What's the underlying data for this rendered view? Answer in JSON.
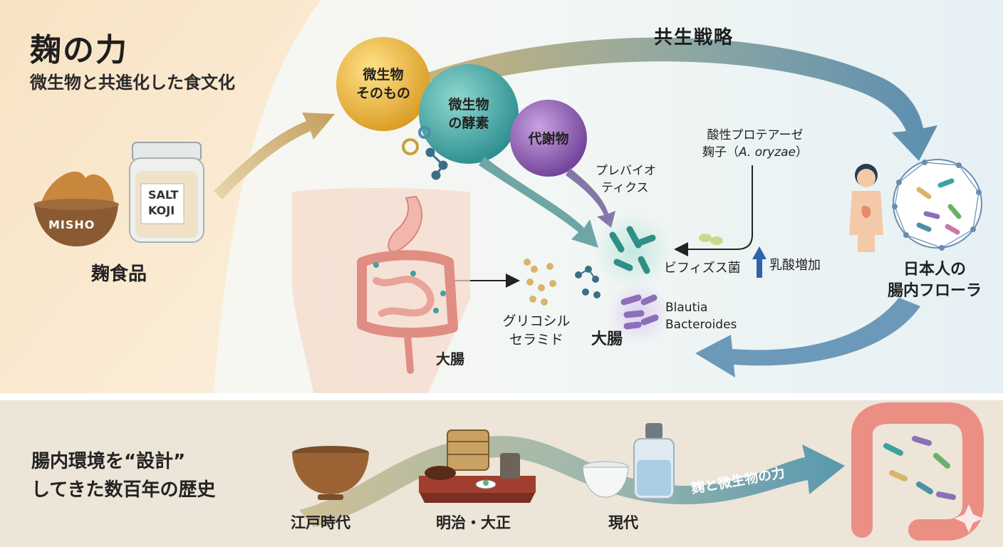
{
  "header": {
    "title": "麹の力",
    "subtitle": "微生物と共進化した食文化"
  },
  "koji_foods": {
    "bowl_label": "MISHO",
    "jar_label_line1": "SALT",
    "jar_label_line2": "KOJI",
    "caption": "麹食品"
  },
  "spheres": {
    "microbes_line1": "微生物",
    "microbes_line2": "そのもの",
    "enzymes_line1": "微生物",
    "enzymes_line2": "の酵素",
    "metabolites": "代謝物"
  },
  "top_arrow_label": "共生戦略",
  "annotations": {
    "prebiotics_line1": "プレバイオ",
    "prebiotics_line2": "ティクス",
    "protease_line1": "酸性プロテアーゼ",
    "protease_line2_prefix": "麹子（",
    "protease_line2_species": "A. oryzae",
    "protease_line2_suffix": "）",
    "bifidus": "ビフィズス菌",
    "lactic_increase": "乳酸増加",
    "blautia": "Blautia",
    "bacteroides": "Bacteroides",
    "glycosyl_line1": "グリコシル",
    "glycosyl_line2": "セラミド",
    "large_intestine_center": "大腸",
    "large_intestine_body": "大腸"
  },
  "flora": {
    "line1": "日本人の",
    "line2": "腸内フローラ"
  },
  "timeline": {
    "heading_line1": "腸内環境を“設計”",
    "heading_line2": "してきた数百年の歴史",
    "eras": [
      "江戸時代",
      "明治・大正",
      "現代"
    ],
    "arrow_label": "麹と微生物の力"
  },
  "colors": {
    "left_panel": "#f7e6cc",
    "yellow_sphere": "#e9b93a",
    "teal_sphere": "#3aa3a0",
    "purple_sphere": "#8a57b0",
    "arrow_gold": "#c9a463",
    "arrow_blue": "#5e8fb3",
    "bottom_band": "#ece4d6"
  }
}
